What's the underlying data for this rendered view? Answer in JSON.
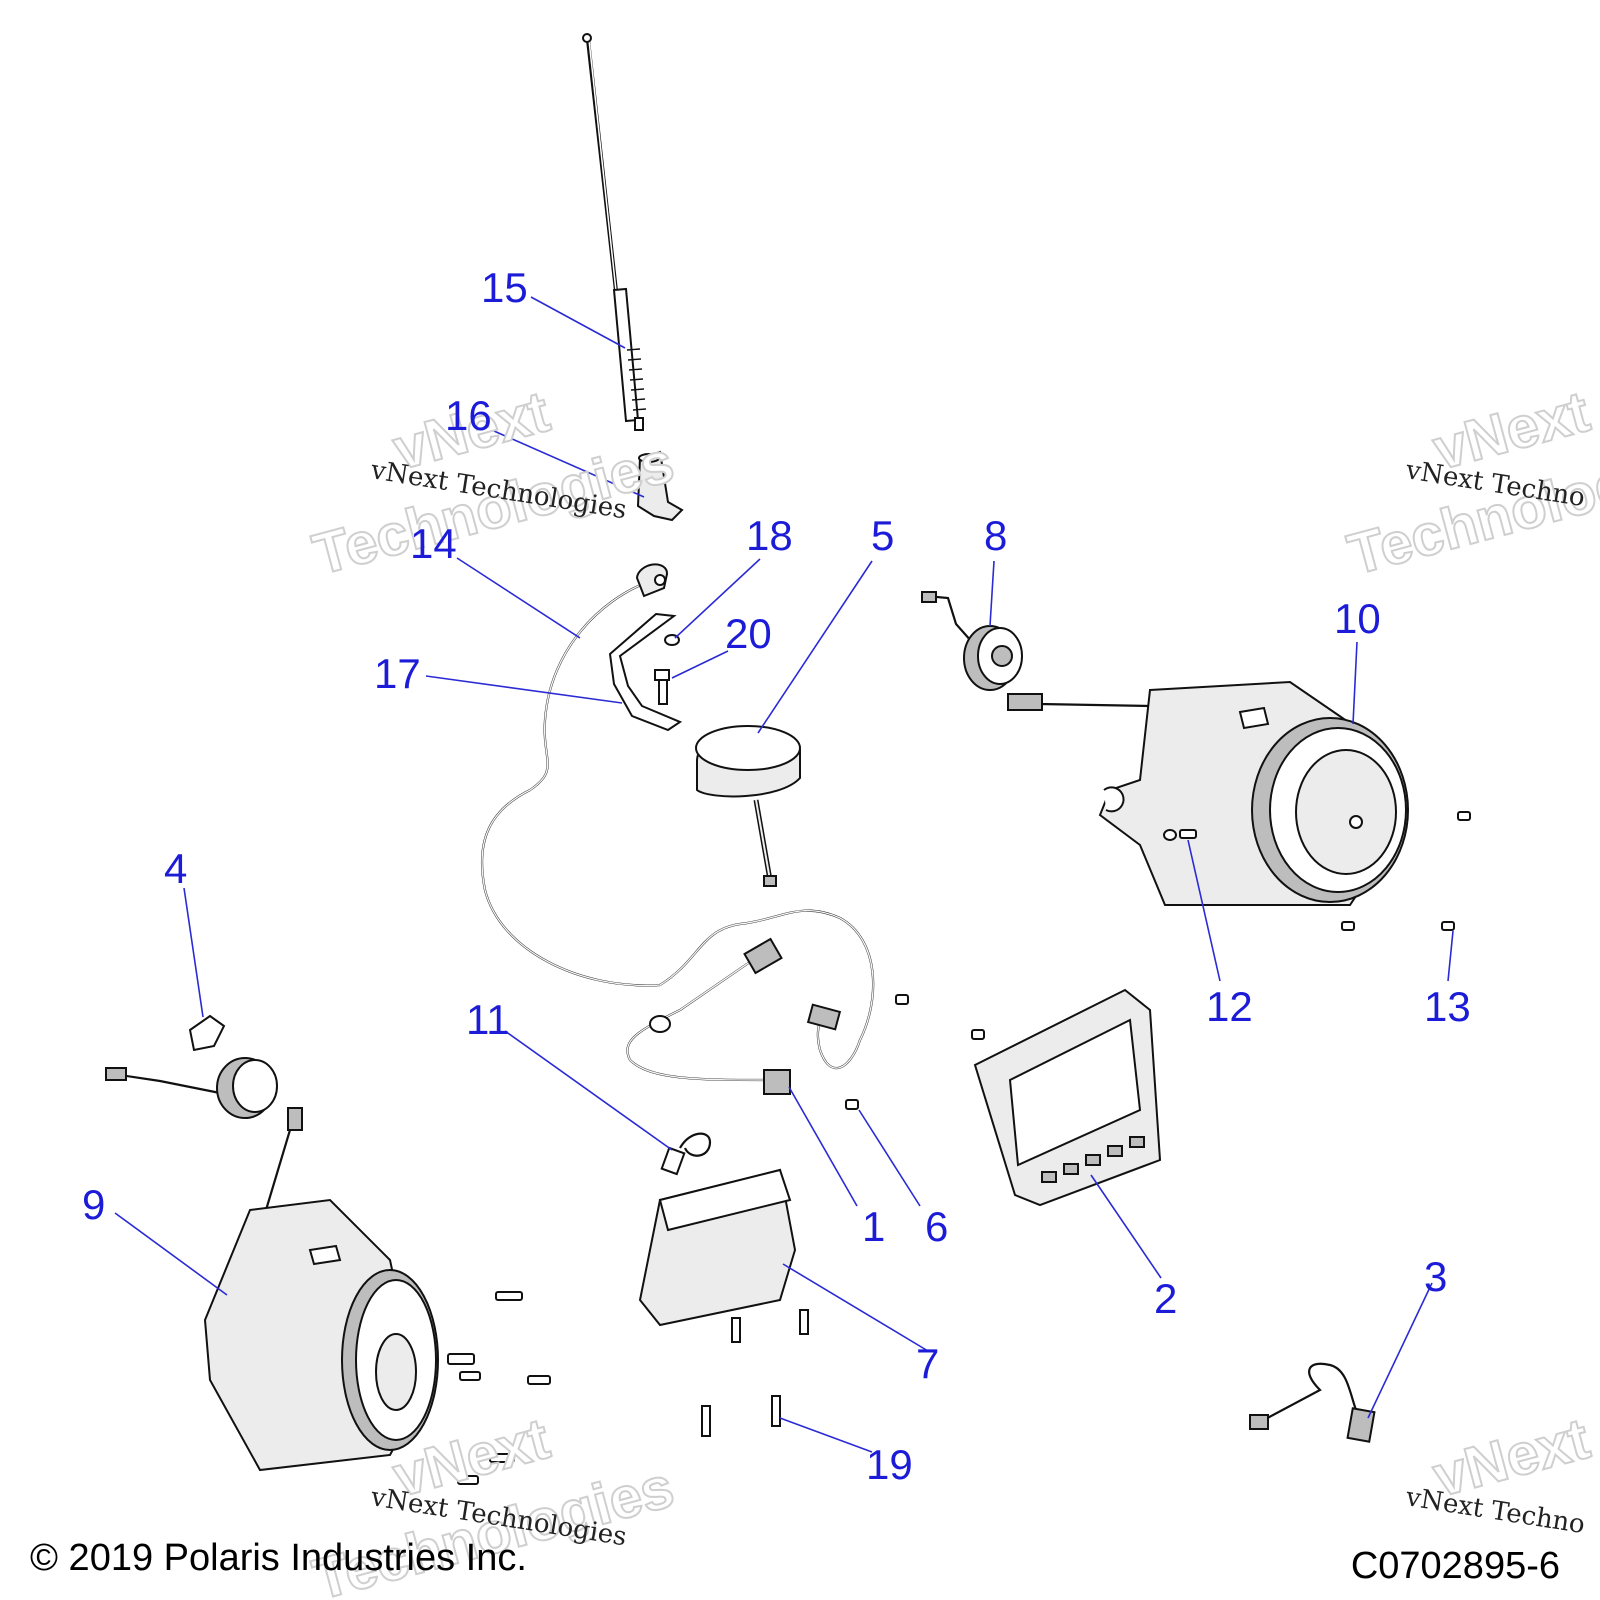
{
  "callouts": [
    {
      "id": "1",
      "label": "1"
    },
    {
      "id": "2",
      "label": "2"
    },
    {
      "id": "3",
      "label": "3"
    },
    {
      "id": "4",
      "label": "4"
    },
    {
      "id": "5",
      "label": "5"
    },
    {
      "id": "6",
      "label": "6"
    },
    {
      "id": "7",
      "label": "7"
    },
    {
      "id": "8",
      "label": "8"
    },
    {
      "id": "9",
      "label": "9"
    },
    {
      "id": "10",
      "label": "10"
    },
    {
      "id": "11",
      "label": "11"
    },
    {
      "id": "12",
      "label": "12"
    },
    {
      "id": "13",
      "label": "13"
    },
    {
      "id": "14",
      "label": "14"
    },
    {
      "id": "15",
      "label": "15"
    },
    {
      "id": "16",
      "label": "16"
    },
    {
      "id": "17",
      "label": "17"
    },
    {
      "id": "18",
      "label": "18"
    },
    {
      "id": "19",
      "label": "19"
    },
    {
      "id": "20",
      "label": "20"
    }
  ],
  "watermark": {
    "line1": "vNext",
    "line2": "Technologies",
    "small": "vNext Technologies",
    "small_clipped": "vNext Techno"
  },
  "footer": {
    "copyright": "© 2019 Polaris Industries Inc.",
    "figure_id": "C0702895-6"
  },
  "colors": {
    "callout": "#1c1cd8",
    "line_art": "#111111"
  }
}
